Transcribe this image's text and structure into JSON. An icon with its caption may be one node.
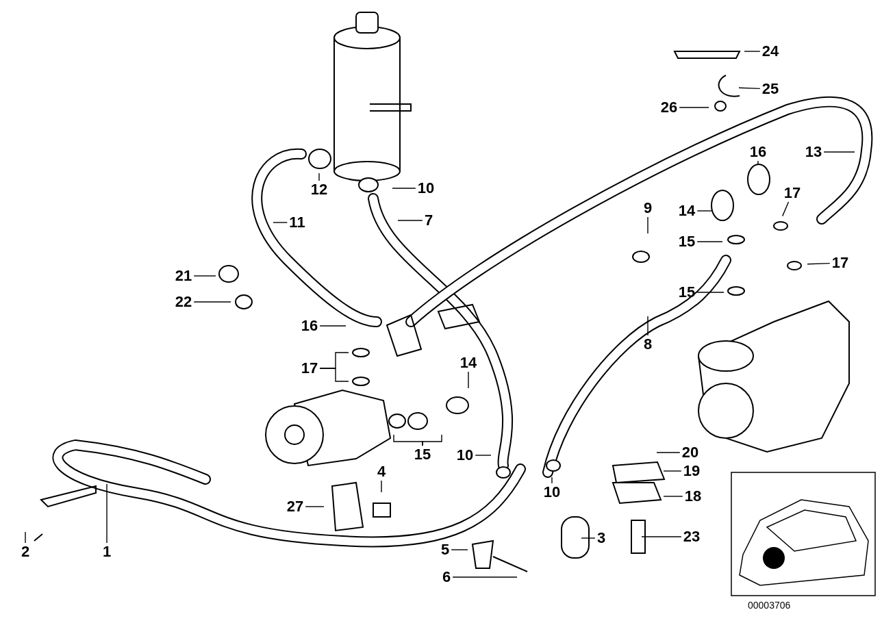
{
  "diagram": {
    "nodes": [
      {
        "text": [
          "24"
        ]
      },
      {
        "text": [
          "25"
        ]
      },
      {
        "text": [
          "26"
        ]
      },
      {
        "text": [
          "16"
        ]
      },
      {
        "text": [
          "13"
        ]
      },
      {
        "text": [
          "12"
        ]
      },
      {
        "text": [
          "10"
        ]
      },
      {
        "text": [
          "14"
        ]
      },
      {
        "text": [
          "17"
        ]
      },
      {
        "text": [
          "9"
        ]
      },
      {
        "text": [
          "7"
        ]
      },
      {
        "text": [
          "11"
        ]
      },
      {
        "text": [
          "15"
        ]
      },
      {
        "text": [
          "17"
        ]
      },
      {
        "text": [
          "21"
        ]
      },
      {
        "text": [
          "15"
        ]
      },
      {
        "text": [
          "22"
        ]
      },
      {
        "text": [
          "8"
        ]
      },
      {
        "text": [
          "16"
        ]
      },
      {
        "text": [
          "14"
        ]
      },
      {
        "text": [
          "17"
        ]
      },
      {
        "text": [
          "15"
        ]
      },
      {
        "text": [
          "20"
        ]
      },
      {
        "text": [
          "10"
        ]
      },
      {
        "text": [
          "19"
        ]
      },
      {
        "text": [
          "4"
        ]
      },
      {
        "text": [
          "10"
        ]
      },
      {
        "text": [
          "18"
        ]
      },
      {
        "text": [
          "27"
        ]
      },
      {
        "text": [
          "3"
        ]
      },
      {
        "text": [
          "23"
        ]
      },
      {
        "text": [
          "2"
        ]
      },
      {
        "text": [
          "1"
        ]
      },
      {
        "text": [
          "5"
        ]
      },
      {
        "text": [
          "6"
        ]
      }
    ],
    "edges": [
      {
        "from": 0,
        "to": null,
        "arrow": "none"
      },
      {
        "from": 1,
        "to": null,
        "arrow": "none"
      },
      {
        "from": 2,
        "to": null,
        "arrow": "none"
      },
      {
        "from": 3,
        "to": null,
        "arrow": "none"
      },
      {
        "from": 4,
        "to": null,
        "arrow": "none"
      },
      {
        "from": 5,
        "to": null,
        "arrow": "none"
      },
      {
        "from": 6,
        "to": null,
        "arrow": "none"
      },
      {
        "from": 7,
        "to": null,
        "arrow": "none"
      },
      {
        "from": 8,
        "to": null,
        "arrow": "none"
      },
      {
        "from": 9,
        "to": null,
        "arrow": "none"
      },
      {
        "from": 10,
        "to": null,
        "arrow": "none"
      },
      {
        "from": 11,
        "to": null,
        "arrow": "none"
      },
      {
        "from": 12,
        "to": null,
        "arrow": "none"
      },
      {
        "from": 13,
        "to": null,
        "arrow": "none"
      },
      {
        "from": 14,
        "to": null,
        "arrow": "none"
      },
      {
        "from": 15,
        "to": null,
        "arrow": "none"
      },
      {
        "from": 16,
        "to": null,
        "arrow": "none"
      },
      {
        "from": 17,
        "to": null,
        "arrow": "none"
      },
      {
        "from": 18,
        "to": null,
        "arrow": "none"
      },
      {
        "from": 19,
        "to": null,
        "arrow": "none"
      },
      {
        "from": 20,
        "to": null,
        "arrow": "none"
      },
      {
        "from": 20,
        "to": null,
        "arrow": "none"
      },
      {
        "from": 21,
        "to": null,
        "arrow": "none"
      },
      {
        "from": 21,
        "to": null,
        "arrow": "none"
      },
      {
        "from": 22,
        "to": null,
        "arrow": "none"
      },
      {
        "from": 23,
        "to": null,
        "arrow": "none"
      },
      {
        "from": 24,
        "to": null,
        "arrow": "none"
      },
      {
        "from": 25,
        "to": null,
        "arrow": "none"
      },
      {
        "from": 26,
        "to": null,
        "arrow": "none"
      },
      {
        "from": 27,
        "to": null,
        "arrow": "none"
      },
      {
        "from": 28,
        "to": null,
        "arrow": "none"
      },
      {
        "from": 29,
        "to": null,
        "arrow": "none"
      },
      {
        "from": 30,
        "to": null,
        "arrow": "none"
      },
      {
        "from": 31,
        "to": null,
        "arrow": "none"
      },
      {
        "from": 32,
        "to": null,
        "arrow": "none"
      },
      {
        "from": 33,
        "to": null,
        "arrow": "none"
      },
      {
        "from": 34,
        "to": null,
        "arrow": "none"
      }
    ],
    "labels": [
      "00003706"
    ]
  }
}
